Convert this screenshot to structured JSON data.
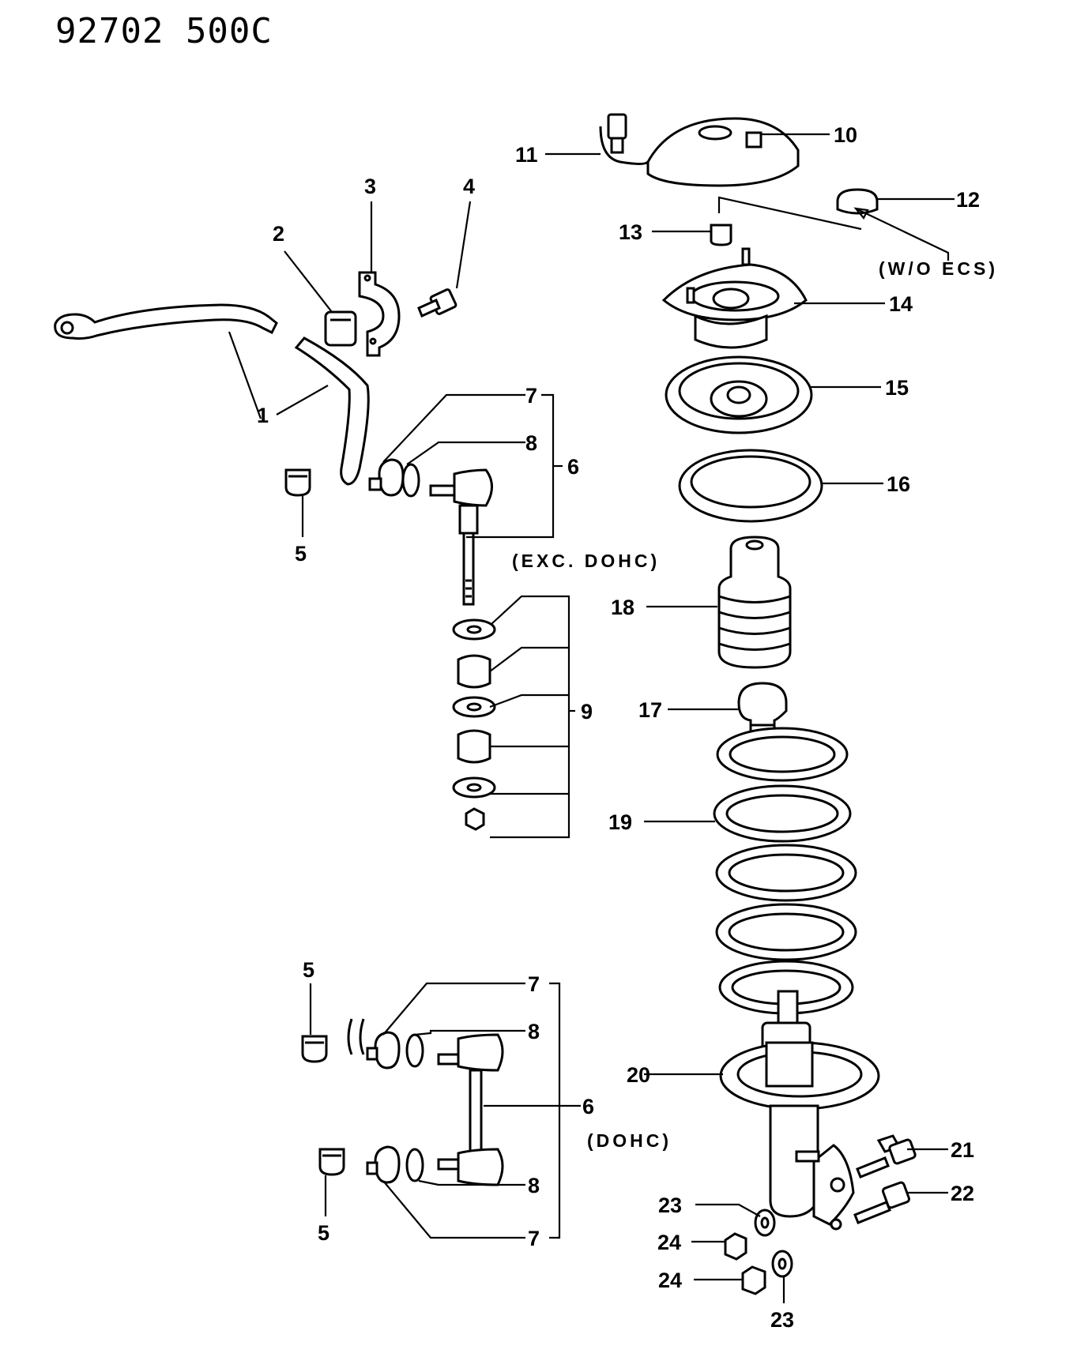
{
  "header": {
    "code": "92702  500C"
  },
  "labels": {
    "n1": "1",
    "n2": "2",
    "n3": "3",
    "n4": "4",
    "n5a": "5",
    "n5b": "5",
    "n5c": "5",
    "n6a": "6",
    "n6b": "6",
    "n7a": "7",
    "n7b": "7",
    "n7c": "7",
    "n8a": "8",
    "n8b": "8",
    "n8c": "8",
    "n9": "9",
    "n10": "10",
    "n11": "11",
    "n12": "12",
    "n13": "13",
    "n14": "14",
    "n15": "15",
    "n16": "16",
    "n17": "17",
    "n18": "18",
    "n19": "19",
    "n20": "20",
    "n21": "21",
    "n22": "22",
    "n23a": "23",
    "n23b": "23",
    "n24a": "24",
    "n24b": "24"
  },
  "notes": {
    "wo_ecs": "(W/O ECS)",
    "exc_dohc": "(EXC. DOHC)",
    "dohc": "(DOHC)"
  }
}
